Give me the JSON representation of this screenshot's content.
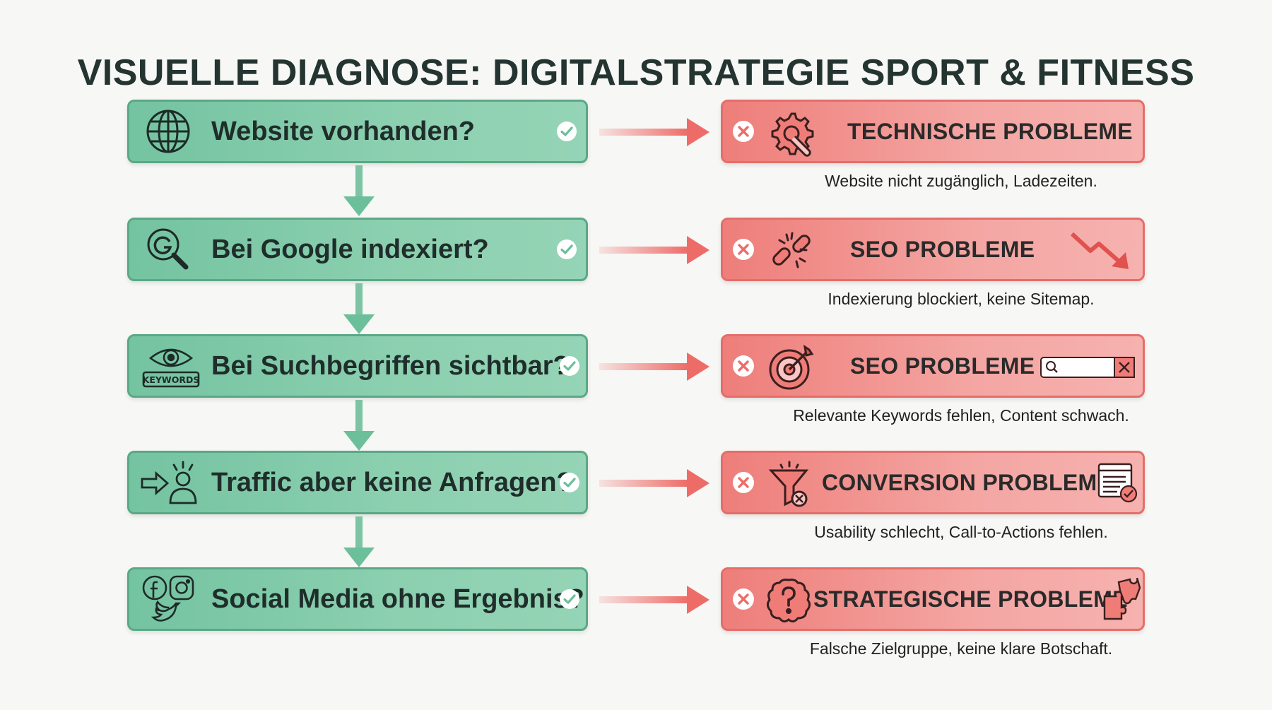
{
  "title": "VISUELLE DIAGNOSE: DIGITALSTRATEGIE SPORT & FITNESS",
  "colors": {
    "question_fill": "#7fc9a8",
    "question_border": "#5aa886",
    "problem_fill": "#f29b97",
    "problem_border": "#e46e6a",
    "connector_green": "#7cc4a4",
    "connector_red": "#ee6c68"
  },
  "steps": [
    {
      "question": "Website vorhanden?",
      "question_icon": "globe-icon",
      "problem": "TECHNISCHE PROBLEME",
      "problem_icon": "gear-wrench-icon",
      "problem_deco": "",
      "description": "Website nicht zugänglich, Ladezeiten."
    },
    {
      "question": "Bei Google indexiert?",
      "question_icon": "google-search-icon",
      "problem": "SEO PROBLEME",
      "problem_icon": "broken-link-icon",
      "problem_deco": "trend-down-arrow-icon",
      "description": "Indexierung blockiert, keine Sitemap."
    },
    {
      "question": "Bei Suchbegriffen sichtbar?",
      "question_icon": "eye-keywords-icon",
      "question_icon_label": "KEYWORDS",
      "problem": "SEO PROBLEME",
      "problem_icon": "target-icon",
      "problem_deco": "search-bar-error-icon",
      "description": "Relevante Keywords fehlen, Content schwach."
    },
    {
      "question": "Traffic aber keine Anfragen?",
      "question_icon": "arrow-user-icon",
      "problem": "CONVERSION PROBLEME",
      "problem_icon": "funnel-x-icon",
      "problem_deco": "form-check-icon",
      "description": "Usability schlecht, Call-to-Actions fehlen."
    },
    {
      "question": "Social Media ohne Ergebnis?",
      "question_icon": "social-media-icon",
      "problem": "STRATEGISCHE PROBLEME",
      "problem_icon": "brain-question-icon",
      "problem_deco": "puzzle-icon",
      "description": "Falsche Zielgruppe, keine klare Botschaft."
    }
  ]
}
